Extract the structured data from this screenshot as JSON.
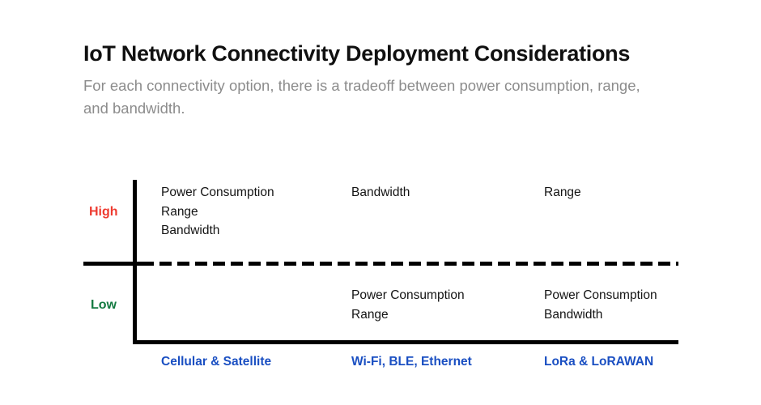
{
  "header": {
    "title": "IoT Network Connectivity Deployment Considerations",
    "subtitle": "For each connectivity option, there is a tradeoff between power consumption, range, and bandwidth."
  },
  "colors": {
    "high": "#ee3b30",
    "low": "#137a41",
    "category": "#1a4fc2",
    "axis": "#000000",
    "subtitle": "#8c8c8c",
    "body_text": "#141414",
    "background": "#ffffff"
  },
  "chart_data": {
    "type": "table",
    "title": "IoT Network Connectivity Deployment Considerations",
    "xlabel": "",
    "ylabel": "",
    "grid": false,
    "legend": "none",
    "y_levels": [
      {
        "key": "high",
        "label": "High",
        "color": "#ee3b30"
      },
      {
        "key": "low",
        "label": "Low",
        "color": "#137a41"
      }
    ],
    "categories": [
      "Cellular & Satellite",
      "Wi-Fi, BLE, Ethernet",
      "LoRa & LoRAWAN"
    ],
    "cells": {
      "high": [
        [
          "Power Consumption",
          "Range",
          "Bandwidth"
        ],
        [
          "Bandwidth"
        ],
        [
          "Range"
        ]
      ],
      "low": [
        [],
        [
          "Power Consumption",
          "Range"
        ],
        [
          "Power Consumption",
          "Bandwidth"
        ]
      ]
    },
    "attributes": [
      "Power Consumption",
      "Range",
      "Bandwidth"
    ],
    "matrix": [
      {
        "category": "Cellular & Satellite",
        "Power Consumption": "High",
        "Range": "High",
        "Bandwidth": "High"
      },
      {
        "category": "Wi-Fi, BLE, Ethernet",
        "Power Consumption": "Low",
        "Range": "Low",
        "Bandwidth": "High"
      },
      {
        "category": "LoRa & LoRAWAN",
        "Power Consumption": "Low",
        "Range": "High",
        "Bandwidth": "Low"
      }
    ]
  }
}
